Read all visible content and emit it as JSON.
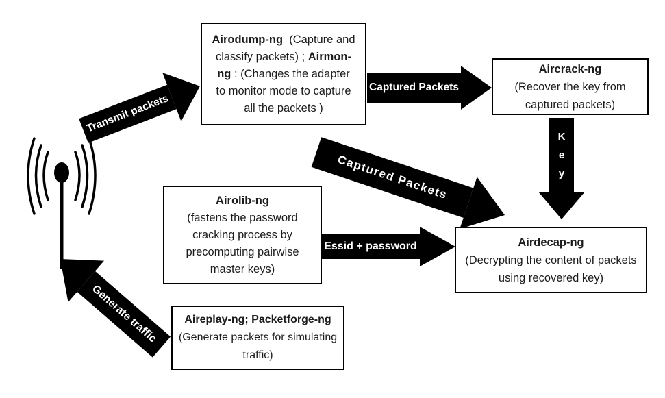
{
  "boxes": {
    "airodump": {
      "title_1": "Airodump-ng",
      "desc_1": "  (Capture and classify packets) ; ",
      "title_2": "Airmon-ng",
      "desc_2": " : (Changes the adapter to monitor mode to capture all the packets )"
    },
    "aircrack": {
      "title": "Aircrack-ng",
      "desc": "(Recover the key from captured packets)"
    },
    "airolib": {
      "title": "Airolib-ng",
      "desc": "(fastens the password cracking process by precomputing pairwise master keys)"
    },
    "airdecap": {
      "title": "Airdecap-ng",
      "desc": "(Decrypting the content of packets using recovered key)"
    },
    "aireplay": {
      "title": "Aireplay-ng; Packetforge-ng",
      "desc": "(Generate packets for simulating traffic)"
    }
  },
  "arrows": {
    "transmit": {
      "label": "Transmit packets"
    },
    "captured_top": {
      "label": "Captured Packets"
    },
    "captured_diag": {
      "label": "Captured Packets"
    },
    "key": {
      "label": "Key",
      "letters": [
        "K",
        "e",
        "y"
      ]
    },
    "essid": {
      "label": "Essid + password"
    },
    "generate": {
      "label": "Generate traffic"
    }
  },
  "icons": {
    "antenna": "wifi-antenna-icon"
  },
  "colors": {
    "arrow_fill": "#000000",
    "arrow_text": "#ffffff",
    "box_border": "#000000",
    "box_text": "#1c1c1c",
    "background": "#ffffff"
  }
}
